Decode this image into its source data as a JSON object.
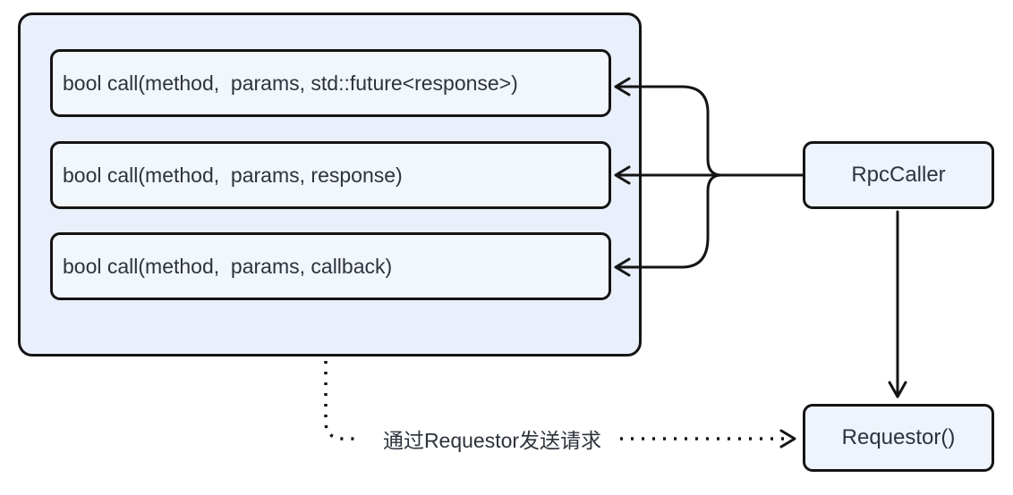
{
  "diagram": {
    "title_hint": "RpcCaller call overloads diagram",
    "methods": [
      "bool call(method,  params, std::future<response>)",
      "bool call(method,  params, response)",
      "bool call(method,  params, callback)"
    ],
    "nodes": {
      "rpc_caller": "RpcCaller",
      "requestor": "Requestor()"
    },
    "edges": {
      "dotted_label": "通过Requestor发送请求"
    },
    "colors": {
      "container_fill": "#e9effb",
      "box_fill": "#f2f6fd",
      "node_fill": "#eef3fc",
      "stroke": "#141414",
      "text": "#2d333c",
      "background": "#ffffff"
    }
  }
}
